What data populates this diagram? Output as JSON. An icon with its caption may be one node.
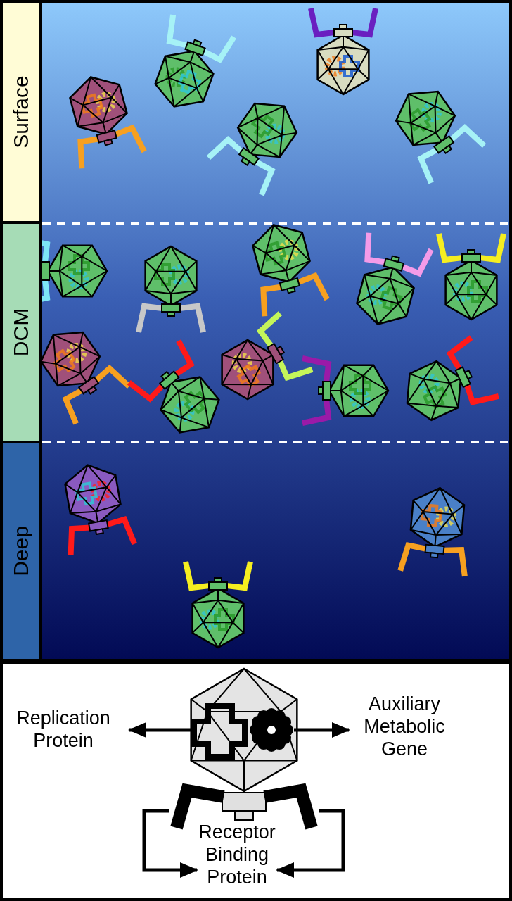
{
  "diagram": {
    "nodes": [
      {
        "text": [
          "Surface"
        ]
      },
      {
        "text": [
          "DCM"
        ]
      },
      {
        "text": [
          "Deep"
        ]
      },
      {
        "text": [
          "Replication Protein"
        ]
      },
      {
        "text": [
          "Auxiliary Metabolic Gene"
        ]
      },
      {
        "text": [
          "Receptor Binding Protein"
        ]
      },
      {
        "text": [],
        "shape": "picture"
      },
      {
        "text": [],
        "shape": "picture"
      },
      {
        "text": [],
        "shape": "picture"
      },
      {
        "text": [],
        "shape": "picture"
      }
    ],
    "edges": [
      {
        "from": 6,
        "to": 3,
        "arrow": "to"
      },
      {
        "from": 7,
        "to": 4,
        "arrow": "to"
      },
      {
        "from": 8,
        "to": 5,
        "arrow": "to"
      },
      {
        "from": 9,
        "to": 5,
        "arrow": "to"
      }
    ]
  }
}
